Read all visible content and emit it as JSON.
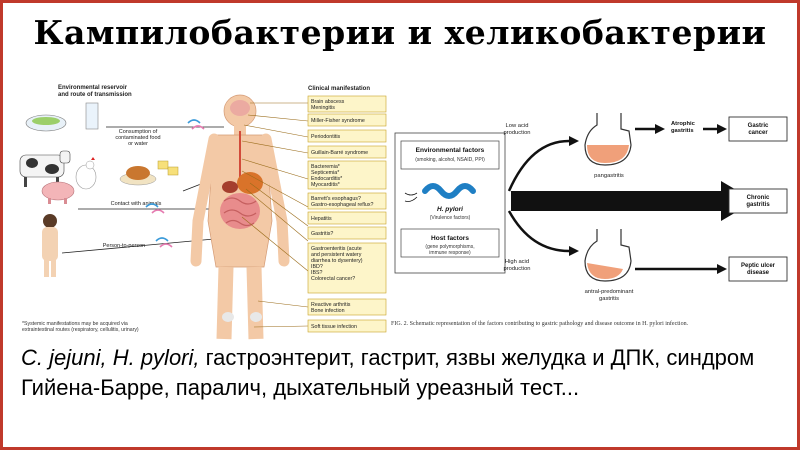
{
  "title": "Кампилобактерии и хеликобактерии",
  "left_figure": {
    "header_left": "Environmental reservoir and route of transmission",
    "header_right": "Clinical manifestation",
    "routes": [
      "Consumption of contaminated food or water",
      "Contact with animals",
      "Person-to-person"
    ],
    "footnote": "*Systemic manifestations may be acquired via extraintestinal routes (respiratory, cellulitis, urinary)",
    "manifestations": [
      "Brain abscess\nMeningitis",
      "Miller-Fisher syndrome",
      "Periodontitis",
      "Guillain-Barré syndrome",
      "Bacteremia*\nSepticemia*\nEndocarditis*\nMyocarditis*",
      "Barrett's esophagus?\nGastro-esophageal reflux?",
      "Hepatitis",
      "Gastritis?",
      "Gastroenteritis (acute and persistent watery diarrhea to dysentery)\nIBD?\nIBS?\nColorectal cancer?",
      "Reactive arthritis\nBone infection",
      "Soft tissue infection"
    ]
  },
  "right_figure": {
    "env_title": "Environmental factors",
    "env_sub": "(smoking, alcohol, NSAID, PPI)",
    "bug_name": "H. pylori",
    "bug_sub": "(Virulence factors)",
    "host_title": "Host factors",
    "host_sub": "(gene polymorphisms, immune response)",
    "low_acid": "Low acid production",
    "high_acid": "High acid production",
    "pangastritis": "pangastritis",
    "antral": "antral-predominant gastritis",
    "atrophic": "Atrophic gastritis",
    "outcome_cancer": "Gastric cancer",
    "outcome_chronic": "Chronic gastritis",
    "outcome_ulcer": "Peptic ulcer disease",
    "caption": "FIG. 2. Schematic representation of the factors contributing to gastric pathology and disease outcome in H. pylori infection."
  },
  "bottom": {
    "species": "C. jejuni, H. pylori,",
    "text": " гастроэнтерит, гастрит, язвы желудка и ДПК, синдром Гийена-Барре, паралич, дыхательный уреазный тест..."
  },
  "colors": {
    "border": "#c0392b",
    "box_fill": "#fdf5c9",
    "box_stroke": "#c9a227",
    "body": "#f3c9a6",
    "arrow": "#111111",
    "stomach": "#f0a07a"
  }
}
